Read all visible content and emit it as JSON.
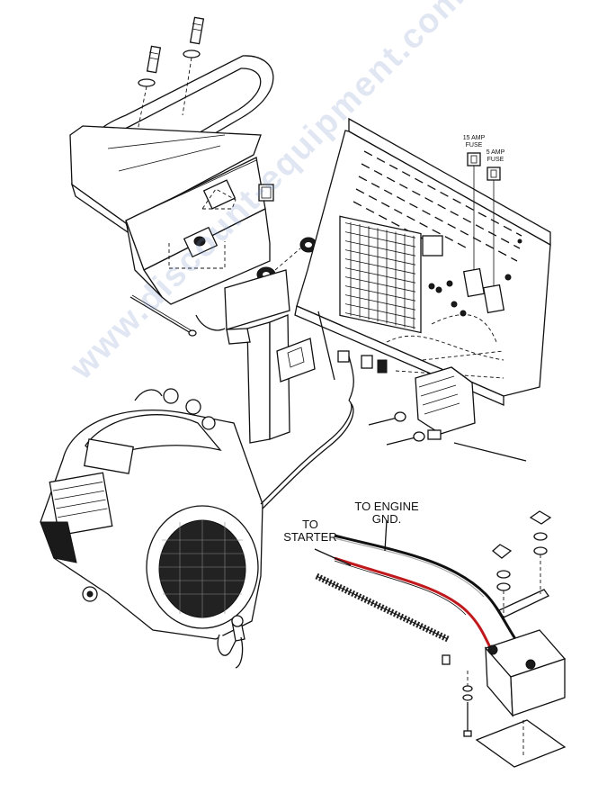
{
  "labels": {
    "fuse_15": "15 AMP\nFUSE",
    "fuse_5": "5 AMP\nFUSE",
    "to_engine_gnd": "TO ENGINE\nGND.",
    "to_starter": "TO\nSTARTER"
  },
  "watermark": "www.discount-equipment.com",
  "colors": {
    "line": "#111111",
    "red_cable": "#c0191d",
    "watermark": "#8c9bd0"
  }
}
